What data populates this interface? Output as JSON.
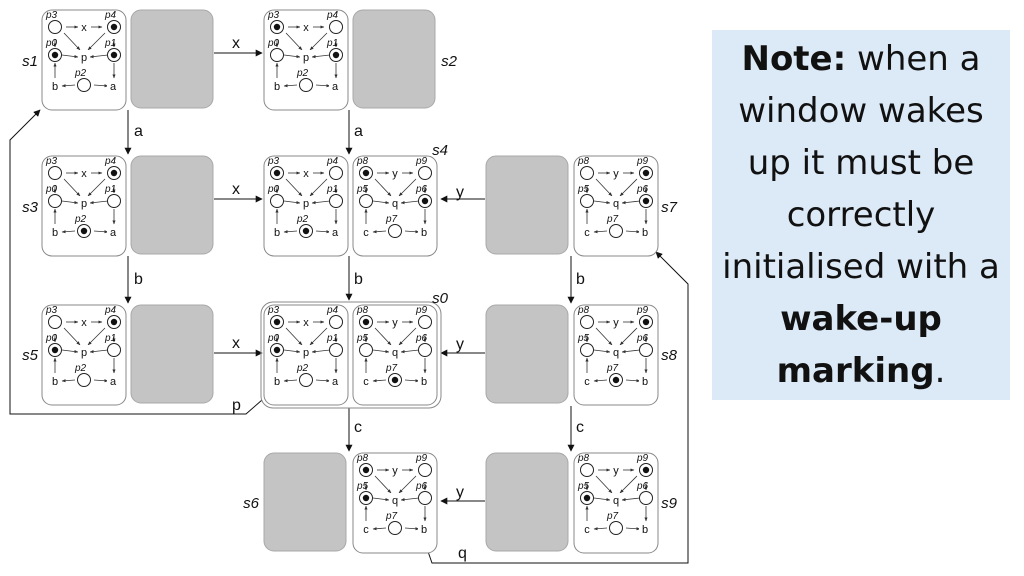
{
  "note": {
    "bold_lead": "Note:",
    "text_1": " when a window wakes up it must be correctly initialised with a ",
    "bold_term": "wake-up marking",
    "text_2": "."
  },
  "net_left": {
    "places": [
      "p0",
      "p1",
      "p2",
      "p3",
      "p4"
    ],
    "transitions": [
      "x",
      "p",
      "a",
      "b"
    ]
  },
  "net_right": {
    "places": [
      "p5",
      "p6",
      "p7",
      "p8",
      "p9"
    ],
    "transitions": [
      "y",
      "q",
      "b",
      "c"
    ]
  },
  "windows": [
    {
      "id": "w1",
      "net": "left",
      "marked": [
        "p0",
        "p1",
        "p4"
      ]
    },
    {
      "id": "w2",
      "net": "left",
      "marked": [
        "p1",
        "p3"
      ]
    },
    {
      "id": "w3",
      "net": "left",
      "marked": [
        "p2",
        "p4"
      ]
    },
    {
      "id": "w4",
      "net": "left",
      "marked": [
        "p2",
        "p3"
      ]
    },
    {
      "id": "w5",
      "net": "right",
      "marked": [
        "p6",
        "p8"
      ]
    },
    {
      "id": "w6",
      "net": "right",
      "marked": [
        "p6",
        "p9"
      ]
    },
    {
      "id": "w7",
      "net": "left",
      "marked": [
        "p0",
        "p4"
      ]
    },
    {
      "id": "w8",
      "net": "left",
      "marked": [
        "p0",
        "p3"
      ]
    },
    {
      "id": "w9",
      "net": "right",
      "marked": [
        "p7",
        "p8"
      ]
    },
    {
      "id": "w10",
      "net": "right",
      "marked": [
        "p7",
        "p9"
      ]
    },
    {
      "id": "w11",
      "net": "right",
      "marked": [
        "p5",
        "p8"
      ]
    },
    {
      "id": "w12",
      "net": "right",
      "marked": [
        "p5",
        "p9"
      ]
    }
  ],
  "state_labels": [
    "s1",
    "s2",
    "s3",
    "s4",
    "s5",
    "s0",
    "s6",
    "s7",
    "s8",
    "s9"
  ],
  "edge_labels": {
    "s1_s2": "x",
    "s3_s4": "x",
    "s5_s0": "x",
    "s1_s3": "a",
    "s2_s4": "a",
    "s3_s5": "b",
    "s4_s0": "b",
    "s7_s8": "b",
    "s7_s4": "y",
    "s8_s0": "y",
    "s9_s6": "y",
    "s0_s6": "c",
    "s8_s9": "c",
    "s0_s1": "p",
    "s6_s7": "q"
  }
}
